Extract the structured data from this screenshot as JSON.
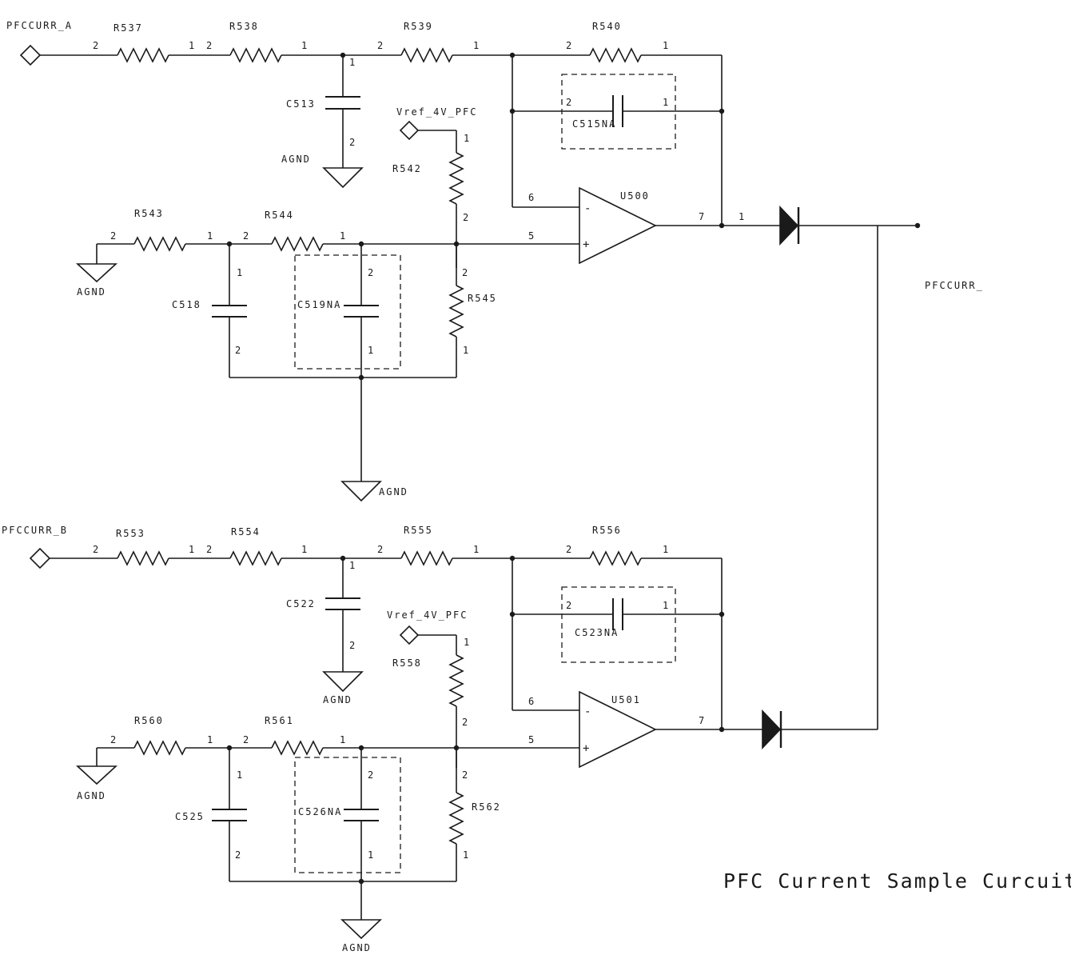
{
  "title": "PFC Current Sample Curcuit",
  "channels": [
    {
      "input": "PFCCURR_A",
      "r1": "R537",
      "r2": "R538",
      "r3": "R539",
      "rf": "R540",
      "c_in": "C513",
      "cf": "C515NA",
      "vref": "Vref_4V_PFC",
      "rdiv": "R542",
      "rg": "R543",
      "rs": "R544",
      "c1": "C518",
      "c2": "C519NA",
      "rb": "R545",
      "opamp": "U500",
      "gnd1": "AGND",
      "gnd2": "AGND",
      "gnd3": "AGND"
    },
    {
      "input": "PFCCURR_B",
      "r1": "R553",
      "r2": "R554",
      "r3": "R555",
      "rf": "R556",
      "c_in": "C522",
      "cf": "C523NA",
      "vref": "Vref_4V_PFC",
      "rdiv": "R558",
      "rg": "R560",
      "rs": "R561",
      "c1": "C525",
      "c2": "C526NA",
      "rb": "R562",
      "opamp": "U501",
      "gnd1": "AGND",
      "gnd2": "AGND",
      "gnd3": "AGND"
    }
  ],
  "output": "PFCCURR_",
  "pins": {
    "p1": "1",
    "p2": "2",
    "p5": "5",
    "p6": "6",
    "p7": "7",
    "minus": "-",
    "plus": "+"
  }
}
